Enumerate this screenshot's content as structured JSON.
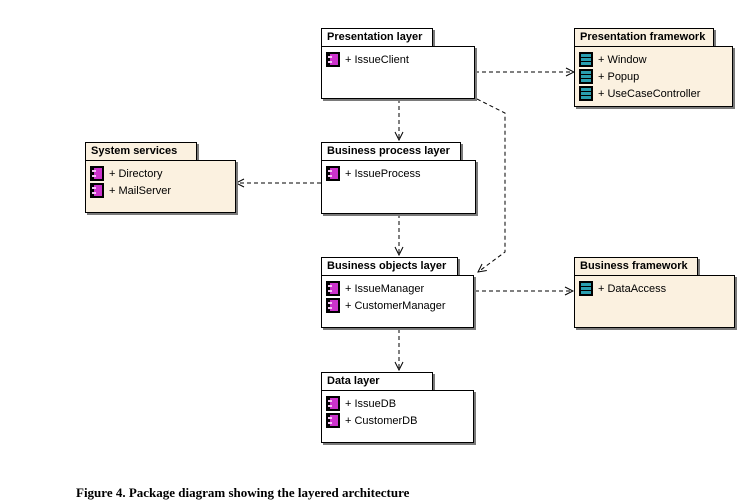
{
  "packages": {
    "presentation_layer": {
      "title": "Presentation layer",
      "items": [
        "+ IssueClient"
      ]
    },
    "presentation_framework": {
      "title": "Presentation framework",
      "items": [
        "+ Window",
        "+ Popup",
        "+ UseCaseController"
      ]
    },
    "system_services": {
      "title": "System services",
      "items": [
        "+ Directory",
        "+ MailServer"
      ]
    },
    "business_process_layer": {
      "title": "Business process layer",
      "items": [
        "+ IssueProcess"
      ]
    },
    "business_objects_layer": {
      "title": "Business objects layer",
      "items": [
        "+ IssueManager",
        "+ CustomerManager"
      ]
    },
    "business_framework": {
      "title": "Business framework",
      "items": [
        "+ DataAccess"
      ]
    },
    "data_layer": {
      "title": "Data layer",
      "items": [
        "+ IssueDB",
        "+ CustomerDB"
      ]
    }
  },
  "caption": "Figure 4.  Package diagram showing the layered architecture",
  "icons": {
    "component": "component-icon",
    "class": "class-icon"
  },
  "colors": {
    "framework_fill": "#fbf1e0",
    "component_icon": "#cc33cc",
    "class_icon": "#2a9fb0"
  }
}
